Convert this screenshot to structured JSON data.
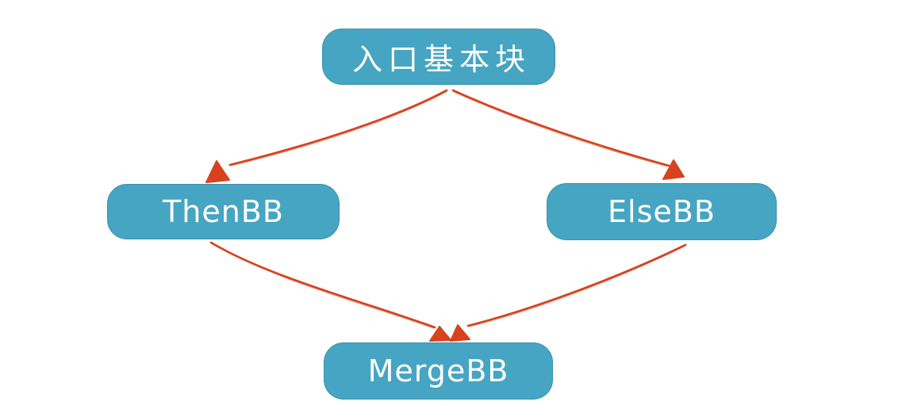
{
  "diagram": {
    "colors": {
      "background": "#ffffff",
      "node-fill": "#46a5c2",
      "node-border": "#3b92ad",
      "node-text": "#ffffff",
      "arrow": "#d8421f"
    },
    "nodes": [
      {
        "id": "entry",
        "label": "入口基本块"
      },
      {
        "id": "thenbb",
        "label": "ThenBB"
      },
      {
        "id": "elsebb",
        "label": "ElseBB"
      },
      {
        "id": "mergebb",
        "label": "MergeBB"
      }
    ],
    "edges": [
      {
        "from": "entry",
        "to": "thenbb"
      },
      {
        "from": "entry",
        "to": "elsebb"
      },
      {
        "from": "thenbb",
        "to": "mergebb"
      },
      {
        "from": "elsebb",
        "to": "mergebb"
      }
    ]
  }
}
